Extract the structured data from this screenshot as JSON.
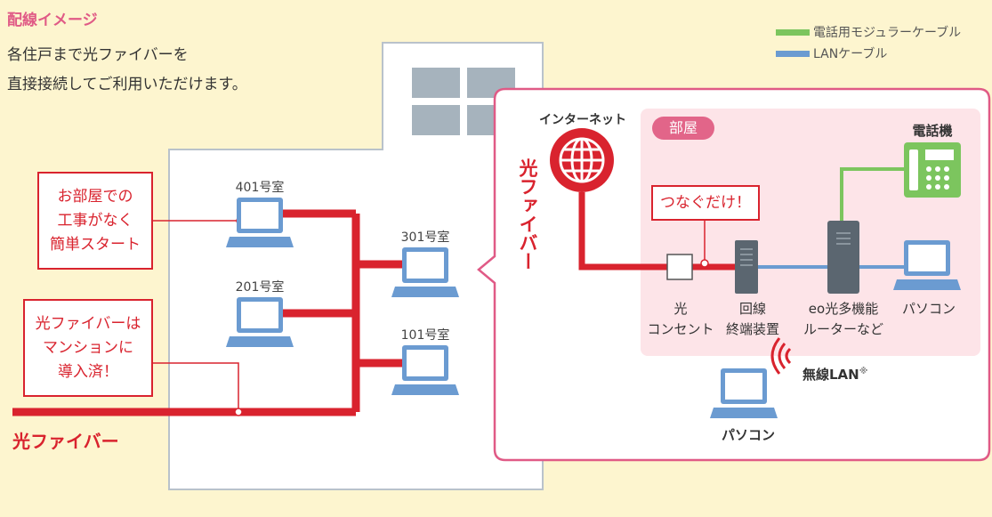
{
  "header": {
    "title": "配線イメージ",
    "description": "各住戸まで光ファイバーを\n直接接続してご利用いただけます。"
  },
  "legend": [
    {
      "label": "電話用モジュラーケーブル",
      "color": "#7cc55e"
    },
    {
      "label": "LANケーブル",
      "color": "#6b9bd1"
    }
  ],
  "building": {
    "rooms": [
      "401号室",
      "301号室",
      "201号室",
      "101号室"
    ],
    "callout_top": "お部屋での\n工事がなく\n簡単スタート",
    "callout_bottom": "光ファイバーは\nマンションに\n導入済！",
    "fiber_label": "光ファイバー"
  },
  "room_detail": {
    "internet": "インターネット",
    "fiber_vertical": "光ファイバー",
    "room_badge": "部屋",
    "phone": "電話機",
    "callout": "つなぐだけ！",
    "outlet": "光\nコンセント",
    "onu": "回線\n終端装置",
    "router": "eo光多機能\nルーターなど",
    "pc": "パソコン",
    "wireless": "無線LAN",
    "wireless_note": "※",
    "pc_wireless": "パソコン"
  },
  "colors": {
    "fiber": "#d9232e",
    "lan": "#6b9bd1",
    "phone_cable": "#7cc55e",
    "accent": "#e05a86",
    "room_bg": "#fde4e8"
  }
}
